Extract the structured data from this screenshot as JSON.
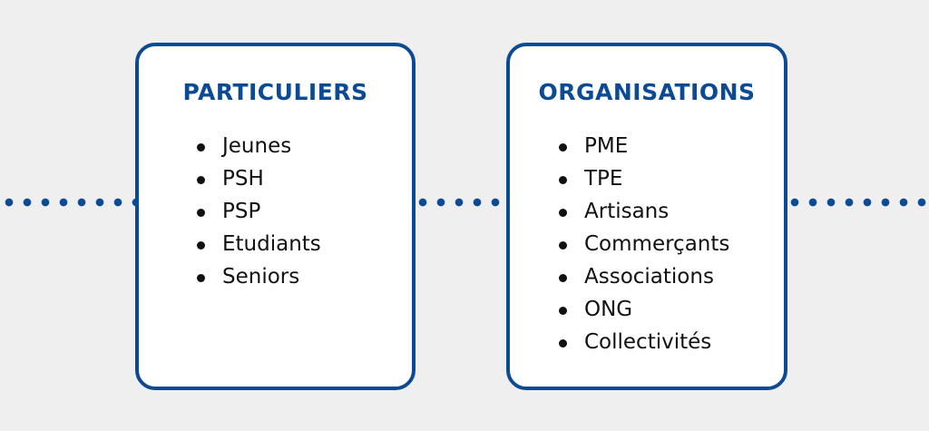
{
  "cards": [
    {
      "title": "PARTICULIERS",
      "items": [
        "Jeunes",
        "PSH",
        "PSP",
        "Etudiants",
        "Seniors"
      ]
    },
    {
      "title": "ORGANISATIONS",
      "items": [
        "PME",
        "TPE",
        " Artisans",
        "Commerçants",
        "Associations",
        "ONG",
        "Collectivités"
      ]
    }
  ],
  "colors": {
    "accent": "#0d4a94",
    "background": "#efefef",
    "card": "#ffffff",
    "text": "#111111"
  }
}
